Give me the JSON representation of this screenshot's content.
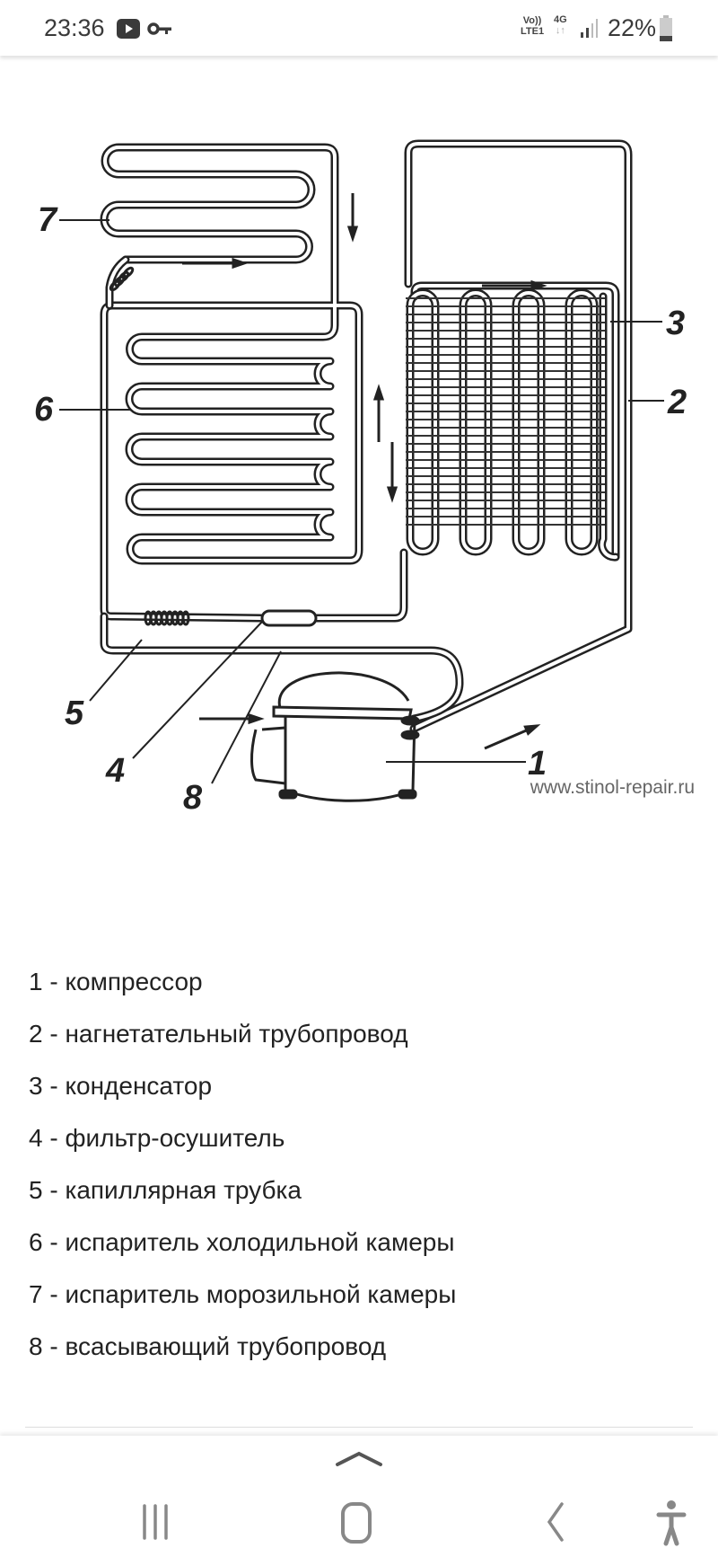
{
  "status_bar": {
    "time": "23:36",
    "network_top": "Vo))",
    "network_bottom": "LTE1",
    "network_type": "4G",
    "battery": "22%",
    "icons": [
      "youtube-icon",
      "key-icon",
      "signal-icon",
      "battery-icon"
    ]
  },
  "diagram": {
    "labels": [
      "1",
      "2",
      "3",
      "4",
      "5",
      "6",
      "7",
      "8"
    ],
    "watermark": "www.stinol-repair.ru"
  },
  "legend": {
    "items": [
      "1 - компрессор",
      "2 - нагнетательный трубопровод",
      "3 - конденсатор",
      "4 - фильтр-осушитель",
      "5 - капиллярная трубка",
      "6 - испаритель холодильной камеры",
      "7 - испаритель морозильной камеры",
      "8 - всасывающий трубопровод"
    ]
  },
  "nav_bar": {
    "icons": [
      "chevron-up-icon",
      "recents-icon",
      "home-icon",
      "back-icon",
      "accessibility-icon"
    ]
  }
}
